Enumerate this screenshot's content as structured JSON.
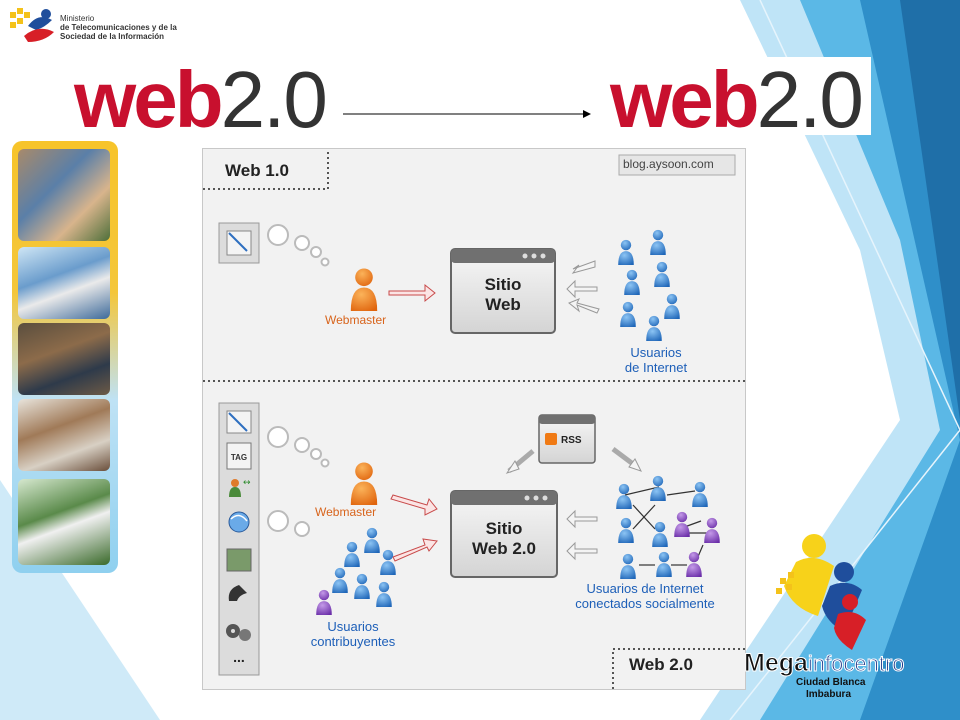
{
  "ministry": {
    "line1": "Ministerio",
    "line2": "de Telecomunicaciones y de la",
    "line3": "Sociedad de la Información"
  },
  "header": {
    "logo_left_web": "web",
    "logo_left_version": "2.0",
    "logo_right_web": "web",
    "logo_right_version": "2.0"
  },
  "diagram": {
    "source": "blog.aysoon.com",
    "web1": {
      "tab": "Web 1.0",
      "webmaster": "Webmaster",
      "site_line1": "Sitio",
      "site_line2": "Web",
      "users_line1": "Usuarios",
      "users_line2": "de Internet"
    },
    "web2": {
      "tab": "Web 2.0",
      "webmaster": "Webmaster",
      "site_line1": "Sitio",
      "site_line2": "Web 2.0",
      "rss": "RSS",
      "tag": "TAG",
      "more": "...",
      "users_social_line1": "Usuarios de Internet",
      "users_social_line2": "conectados socialmente",
      "contrib_line1": "Usuarios",
      "contrib_line2": "contribuyentes"
    }
  },
  "brand": {
    "mega": "Mega",
    "infocentro": "infocentro",
    "city": "Ciudad Blanca",
    "province": "Imbabura"
  },
  "colors": {
    "web_red": "#c8102e",
    "user_blue": "#2f7fd1",
    "webmaster_orange": "#f07a14",
    "label_blue": "#1d5fb8",
    "label_orange": "#d8641c",
    "bg_blue": "#3aa2dd"
  }
}
